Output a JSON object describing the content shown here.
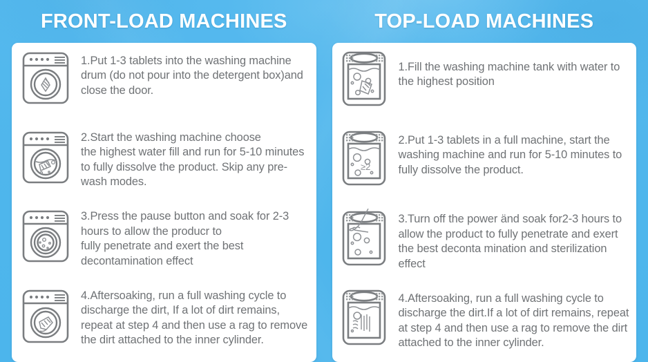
{
  "theme": {
    "background_blue": "#4db7ef",
    "card_white": "#ffffff",
    "text_gray": "#6f7275",
    "icon_gray": "#7a7d80",
    "title_white": "#ffffff"
  },
  "columns": [
    {
      "id": "front-load",
      "title": "FRONT-LOAD MACHINES",
      "steps": [
        {
          "icon": "front-load-washer-tablet-icon",
          "text": "1.Put 1-3 tablets into the washing machine drum  (do not pour into the detergent box)and close the door."
        },
        {
          "icon": "front-load-washer-dissolving-icon",
          "text": "2.Start the washing machine choose\n the highest water fill and run for 5-10 minutes to fully dissolve the product. Skip any pre-wash modes."
        },
        {
          "icon": "front-load-washer-soak-icon",
          "text": "3.Press the pause button and soak for 2-3 hours to allow the producr to\n fully penetrate and exert the best decontamination effect"
        },
        {
          "icon": "front-load-washer-rag-icon",
          "text": "4.Aftersoaking,   run a full washing cycle to discharge the dirt,  If a lot of dirt remains,   repeat at step 4 and then use a rag to remove the dirt attached to the inner cylinder."
        }
      ]
    },
    {
      "id": "top-load",
      "title": "TOP-LOAD MACHINES",
      "steps": [
        {
          "icon": "top-load-washer-filled-icon",
          "text": "1.Fill the washing machine tank with water to the highest position"
        },
        {
          "icon": "top-load-washer-tablets-icon",
          "icon_label": "≥2",
          "text": "2.Put 1-3 tablets in a full machine, start the  washing machine and run for 5-10 minutes to fully dissolve the product."
        },
        {
          "icon": "top-load-washer-poweroff-icon",
          "text": "3.Turn off the power änd soak for2-3 hours to allow the product to fully penetrate and exert the best deconta mination and sterilization effect"
        },
        {
          "icon": "top-load-washer-drain-icon",
          "text": "4.Aftersoaking,   run a full washing cycle to discharge the dirt.If a lot of dirt remains,   repeat at step 4 and then use a rag to remove the dirt attached to the inner cylinder."
        }
      ]
    }
  ]
}
